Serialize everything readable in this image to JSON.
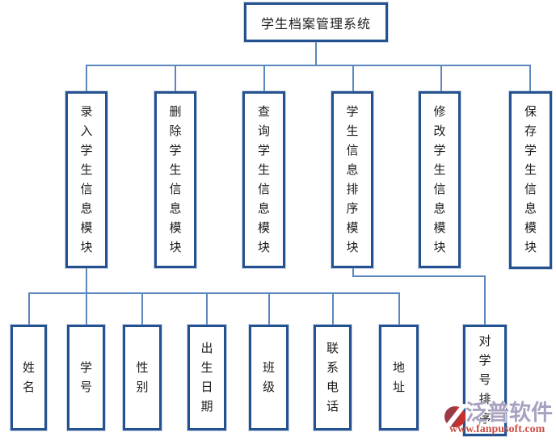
{
  "diagram": {
    "title": "学生档案管理系统",
    "modules": [
      {
        "label": "录入学生信息模块"
      },
      {
        "label": "删除学生信息模块"
      },
      {
        "label": "查询学生信息模块"
      },
      {
        "label": "学生信息排序模块"
      },
      {
        "label": "修改学生信息模块"
      },
      {
        "label": "保存学生信息模块"
      }
    ],
    "fields": [
      {
        "label": "姓名"
      },
      {
        "label": "学号"
      },
      {
        "label": "性别"
      },
      {
        "label": "出生日期"
      },
      {
        "label": "班级"
      },
      {
        "label": "联系电话"
      },
      {
        "label": "地址"
      },
      {
        "label": "对学号排序"
      }
    ],
    "relations": {
      "fields_parent": "录入学生信息模块",
      "sort_parent": "学生信息排序模块"
    }
  },
  "watermark": {
    "brand": "泛普软件",
    "url": "www.fanpusoft.com"
  },
  "colors": {
    "box_border": "#24518f",
    "connector": "#5b87bf",
    "watermark_brand": "#a8a2c0",
    "watermark_url": "#c94f44",
    "logo_red": "#c9302b",
    "logo_dark": "#9a3a44"
  }
}
